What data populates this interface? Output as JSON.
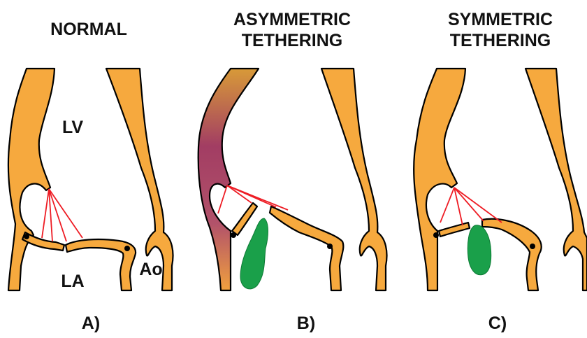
{
  "panels": [
    {
      "title_line1": "NORMAL",
      "title_line2": "",
      "letter": "A)"
    },
    {
      "title_line1": "ASYMMETRIC",
      "title_line2": "TETHERING",
      "letter": "B)"
    },
    {
      "title_line1": "SYMMETRIC",
      "title_line2": "TETHERING",
      "letter": "C)"
    }
  ],
  "labels": {
    "lv": "LV",
    "la": "LA",
    "ao": "Ao"
  },
  "colors": {
    "tissue": "#f6a93e",
    "chordae": "#ee1c24",
    "regurgitant_jet": "#1aa04a",
    "ischemic_wall_top": "#c9822f",
    "ischemic_wall_mid": "#a23d63"
  }
}
